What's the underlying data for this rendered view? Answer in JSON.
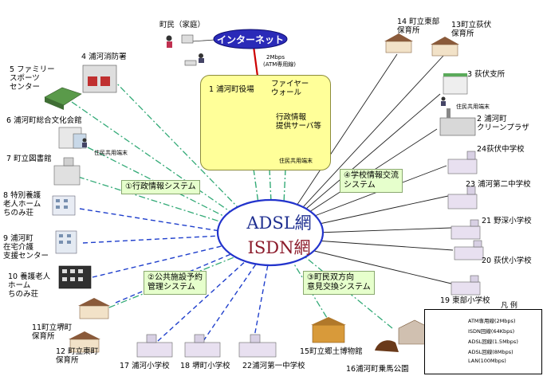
{
  "colors": {
    "atm": "#cc0000",
    "isdn": "#1f3fcc",
    "adsl_15": "#99ee66",
    "adsl_8": "#33aa77",
    "lan": "#6666bb",
    "system_box": "#e6ffcc",
    "cityhall_bg": "#ffff99",
    "internet": "#2a2ab8"
  },
  "core": {
    "line1": "ADSL網",
    "line2": "ISDN網"
  },
  "internet": {
    "label": "インターネット",
    "home": "町民（家庭）",
    "atm_note_1": "2Mbps",
    "atm_note_2": "(ATM専用線)"
  },
  "cityhall": {
    "title": "1 浦河町役場",
    "firewall": "ファイヤー\nウォール",
    "server": "行政情報\n提供サーバ等",
    "terminal": "住民共用端末"
  },
  "systems": {
    "s1": "①行政情報システム",
    "s2": "②公共施設予約\n管理システム",
    "s3": "③町民双方向\n意見交換システム",
    "s4": "④学校情報交流\nシステム"
  },
  "nodes": {
    "n4": "4 浦河消防署",
    "n5": "5 ファミリー\nスポーツ\nセンター",
    "n6": "6 浦河町総合文化会館",
    "n6_term": "住民共用端末",
    "n7": "7 町立図書館",
    "n8": "8 特別養護\n老人ホーム\nちのみ荘",
    "n9": "9 浦河町\n在宅介護\n支援センター",
    "n10": "10 養護老人\nホーム\nちのみ荘",
    "n11": "11町立堺町\n保育所",
    "n12": "12 町立東町\n保育所",
    "n13": "13町立荻伏\n保育所",
    "n14": "14 町立東部\n保育所",
    "n3": "3 荻伏支所",
    "n3_term": "住民共用端末",
    "n2": "2 浦河町\nクリーンプラザ",
    "n24": "24荻伏中学校",
    "n23": "23 浦河第二中学校",
    "n21": "21 野深小学校",
    "n20": "20 荻伏小学校",
    "n19": "19 東部小学校",
    "n17": "17 浦河小学校",
    "n18": "18 堺町小学校",
    "n22": "22浦河第一中学校",
    "n15": "15町立郷土博物館",
    "n16": "16浦河町乗馬公園"
  },
  "legend": {
    "title": "凡 例",
    "items": [
      "ATM専用線(2Mbps)",
      "ISDN回線(64Kbps)",
      "ADSL回線(1.5Mbps)",
      "ADSL回線(8Mbps)",
      "LAN(100Mbps)"
    ]
  }
}
